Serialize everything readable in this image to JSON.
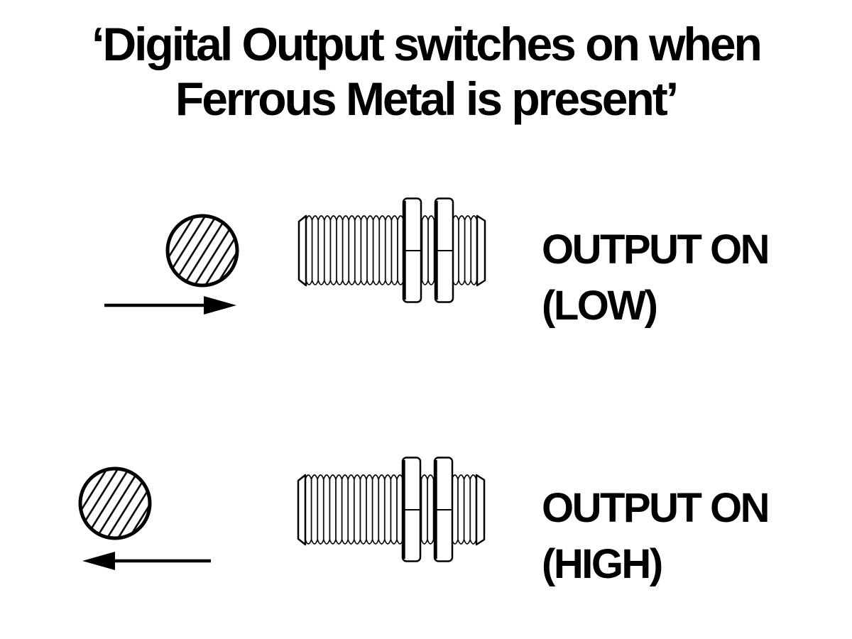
{
  "title": {
    "line1": "‘Digital Output switches on when",
    "line2": "Ferrous Metal is present’"
  },
  "rows": [
    {
      "scene": "ferrous metal target moving toward sensor",
      "target_icon": "ferrous-metal-hatched-circle",
      "arrow_direction": "right",
      "label_line1": "OUTPUT ON",
      "label_line2": "(LOW)"
    },
    {
      "scene": "ferrous metal target moving away from sensor",
      "target_icon": "ferrous-metal-hatched-circle",
      "arrow_direction": "left",
      "label_line1": "OUTPUT ON",
      "label_line2": "(HIGH)"
    }
  ],
  "icons": {
    "target": "ferrous-metal-hatched-circle",
    "sensor": "threaded-inductive-proximity-sensor",
    "arrow_right": "motion-arrow-right",
    "arrow_left": "motion-arrow-left"
  },
  "colors": {
    "ink": "#000000",
    "background": "#ffffff"
  }
}
